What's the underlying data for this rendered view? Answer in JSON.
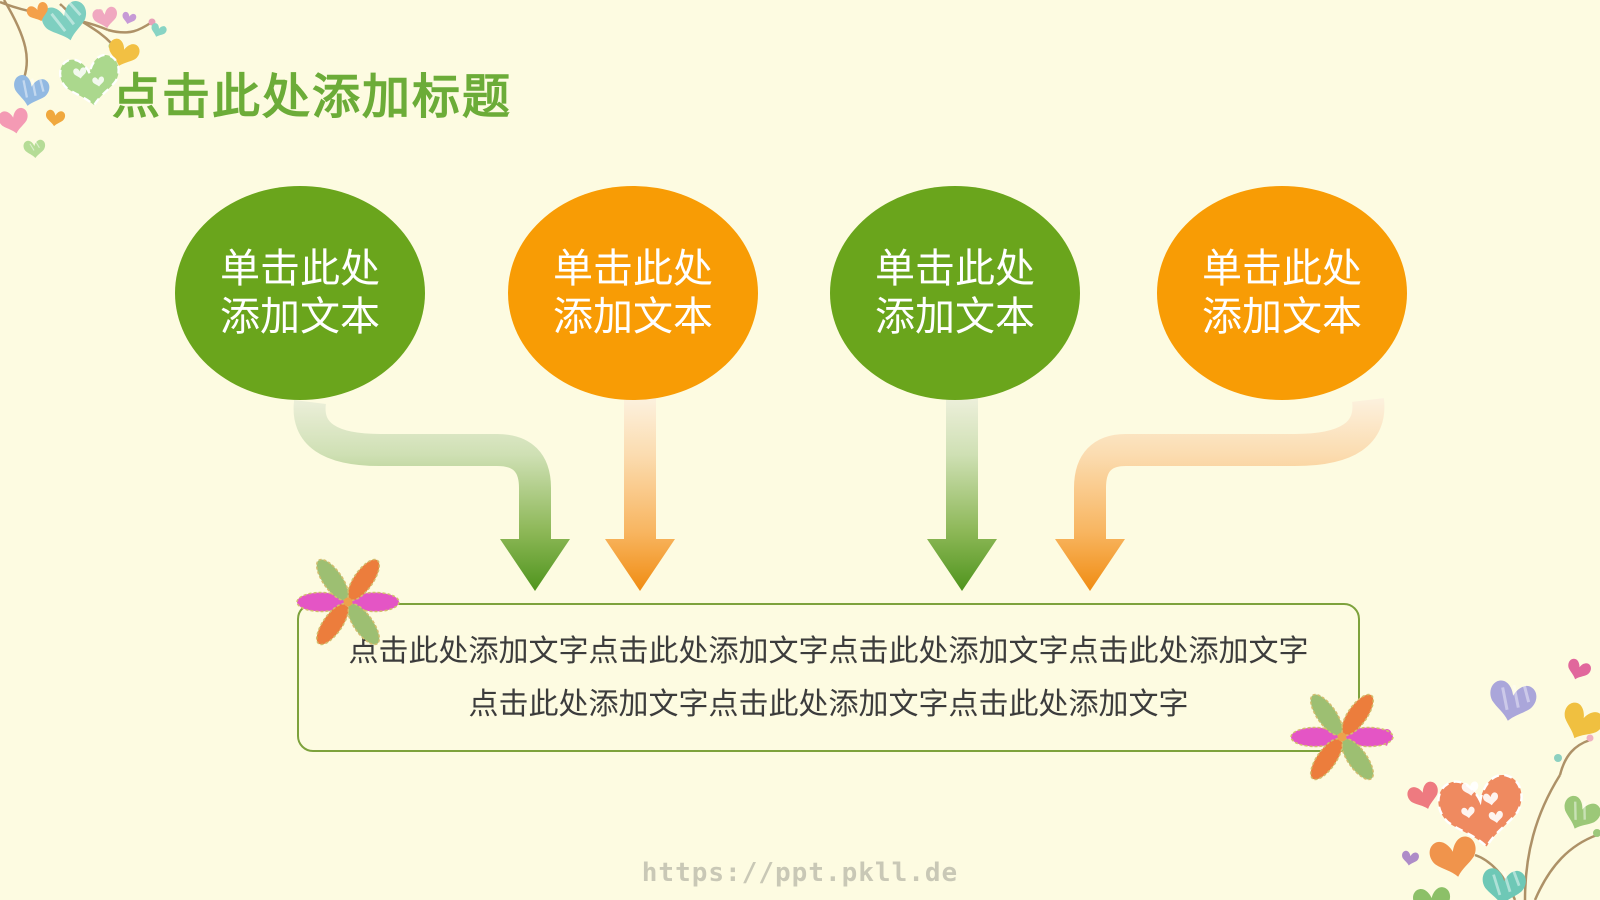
{
  "title": {
    "text": "点击此处添加标题"
  },
  "ellipses": [
    {
      "line1": "单击此处",
      "line2": "添加文本",
      "color": "#6aa51c"
    },
    {
      "line1": "单击此处",
      "line2": "添加文本",
      "color": "#f89c05"
    },
    {
      "line1": "单击此处",
      "line2": "添加文本",
      "color": "#6aa51c"
    },
    {
      "line1": "单击此处",
      "line2": "添加文本",
      "color": "#f89c05"
    }
  ],
  "textbox": {
    "text": "点击此处添加文字点击此处添加文字点击此处添加文字点击此处添加文字点击此处添加文字点击此处添加文字点击此处添加文字"
  },
  "watermark": {
    "text": "https://ppt.pkll.de"
  },
  "colors": {
    "background": "#fdfbe1",
    "title_green": "#6cac38",
    "oval_green": "#6aa51c",
    "oval_orange": "#f89c05",
    "arrow_green_tip": "#4f941d",
    "arrow_orange_tip": "#f08c12",
    "box_border_green": "#7da23c",
    "body_text": "#3c3c3c",
    "watermark_gray": "#c9c8b6"
  },
  "icons": {
    "top_left_decoration": "watercolor-hearts-branch",
    "bottom_right_decoration": "watercolor-hearts-branch",
    "box_flowers": "pinwheel-flower",
    "connectors": "gradient-down-arrow"
  }
}
